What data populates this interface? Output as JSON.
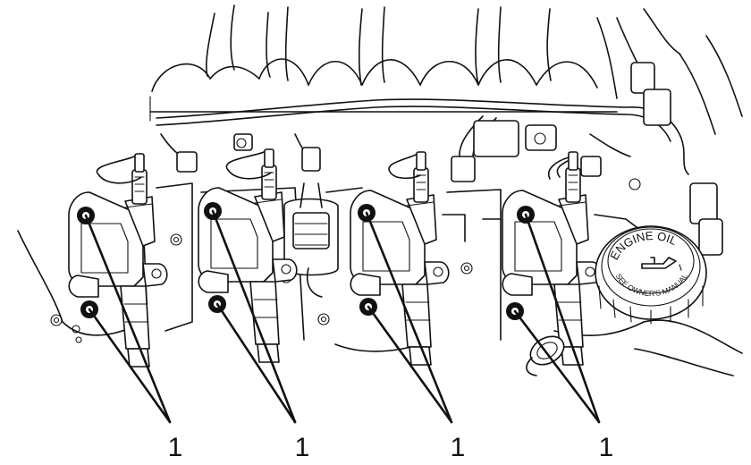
{
  "callout_label": "1",
  "cap": {
    "line1": "ENGINE OIL",
    "line2": "SEE OWNER'S MANUAL"
  },
  "callout_count": 4,
  "bolts_per_coil": 2
}
